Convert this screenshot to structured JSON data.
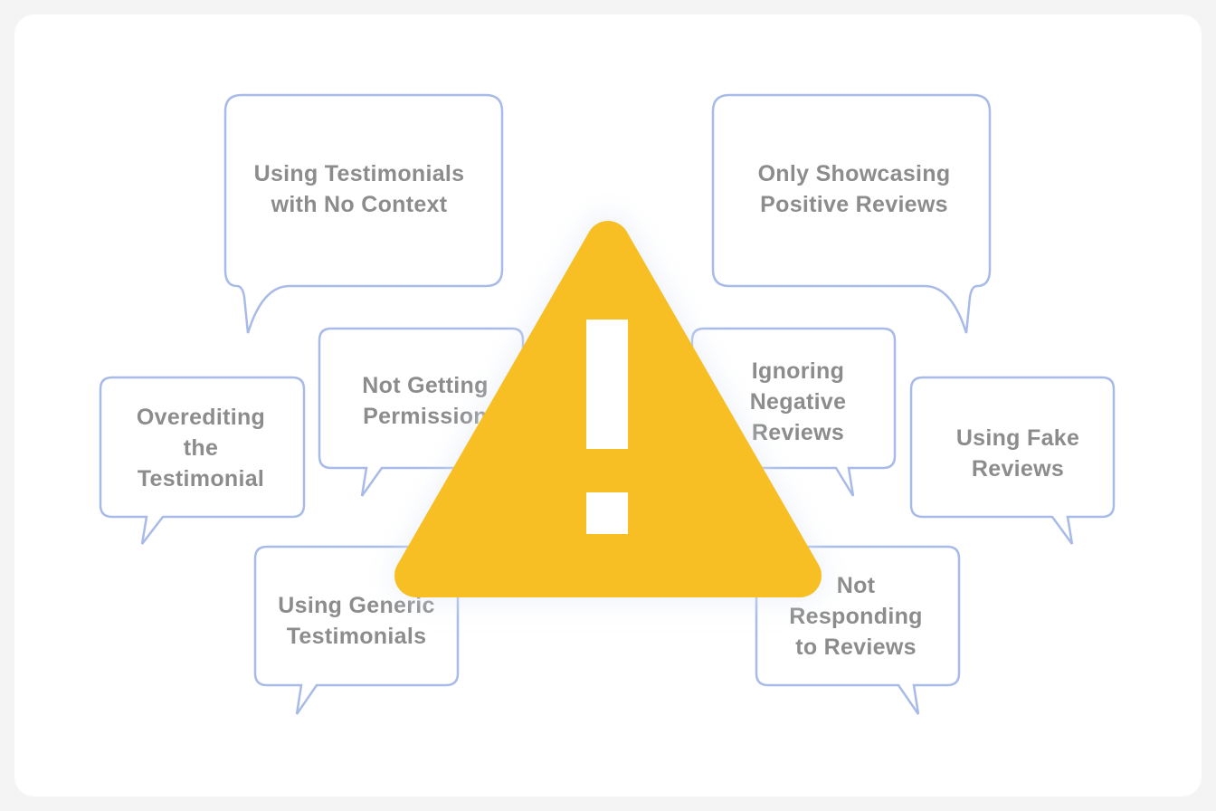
{
  "bubbles": [
    {
      "text": "Using Testimonials\nwith No Context"
    },
    {
      "text": "Only Showcasing\nPositive Reviews"
    },
    {
      "text": "Overediting\nthe\nTestimonial"
    },
    {
      "text": "Not Getting\nPermission"
    },
    {
      "text": "Ignoring\nNegative\nReviews"
    },
    {
      "text": "Using Fake\nReviews"
    },
    {
      "text": "Using Generic\nTestimonials"
    },
    {
      "text": "Not\nResponding\nto Reviews"
    }
  ],
  "warning": {
    "icon": "warning-triangle-icon",
    "color": "#f8bf24"
  },
  "colors": {
    "bubble_border": "#a8bbe8",
    "text": "#8c8c8c"
  }
}
